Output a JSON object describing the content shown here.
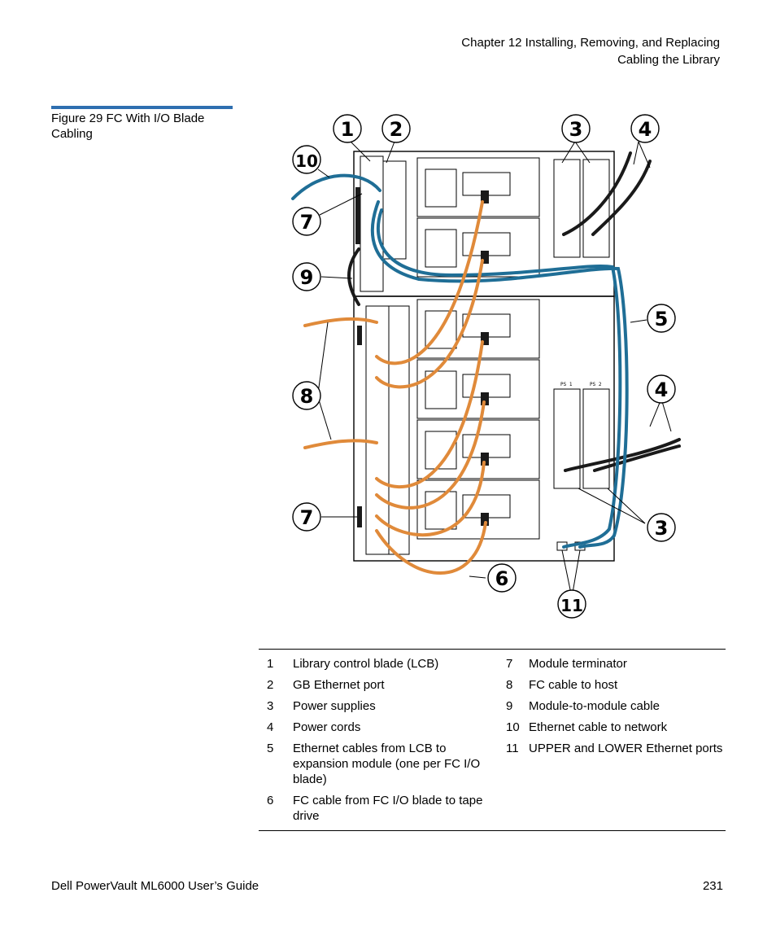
{
  "header": {
    "line1": "Chapter 12  Installing, Removing, and Replacing",
    "line2": "Cabling the Library"
  },
  "caption": "Figure 29  FC With I/O Blade Cabling",
  "figure": {
    "callouts": [
      "1",
      "2",
      "3",
      "4",
      "10",
      "7",
      "9",
      "5",
      "8",
      "4",
      "7",
      "3",
      "6",
      "11"
    ],
    "psu_labels": [
      "PS 1",
      "PS 2"
    ],
    "colors": {
      "ethernet": "#1f6e96",
      "fc": "#e08a3a",
      "power": "#1a1a1a"
    }
  },
  "legend": [
    {
      "n1": "1",
      "t1": "Library control blade (LCB)",
      "n2": "7",
      "t2": "Module terminator"
    },
    {
      "n1": "2",
      "t1": "GB Ethernet port",
      "n2": "8",
      "t2": "FC cable to host"
    },
    {
      "n1": "3",
      "t1": "Power supplies",
      "n2": "9",
      "t2": "Module-to-module cable"
    },
    {
      "n1": "4",
      "t1": "Power cords",
      "n2": "10",
      "t2": "Ethernet cable to network"
    },
    {
      "n1": "5",
      "t1": "Ethernet cables from LCB to expansion module (one per FC I/O blade)",
      "n2": "11",
      "t2": "UPPER and LOWER Ethernet ports"
    },
    {
      "n1": "6",
      "t1": "FC cable from FC I/O blade to tape drive",
      "n2": "",
      "t2": ""
    }
  ],
  "footer": {
    "guide": "Dell PowerVault ML6000 User’s Guide",
    "page": "231"
  }
}
